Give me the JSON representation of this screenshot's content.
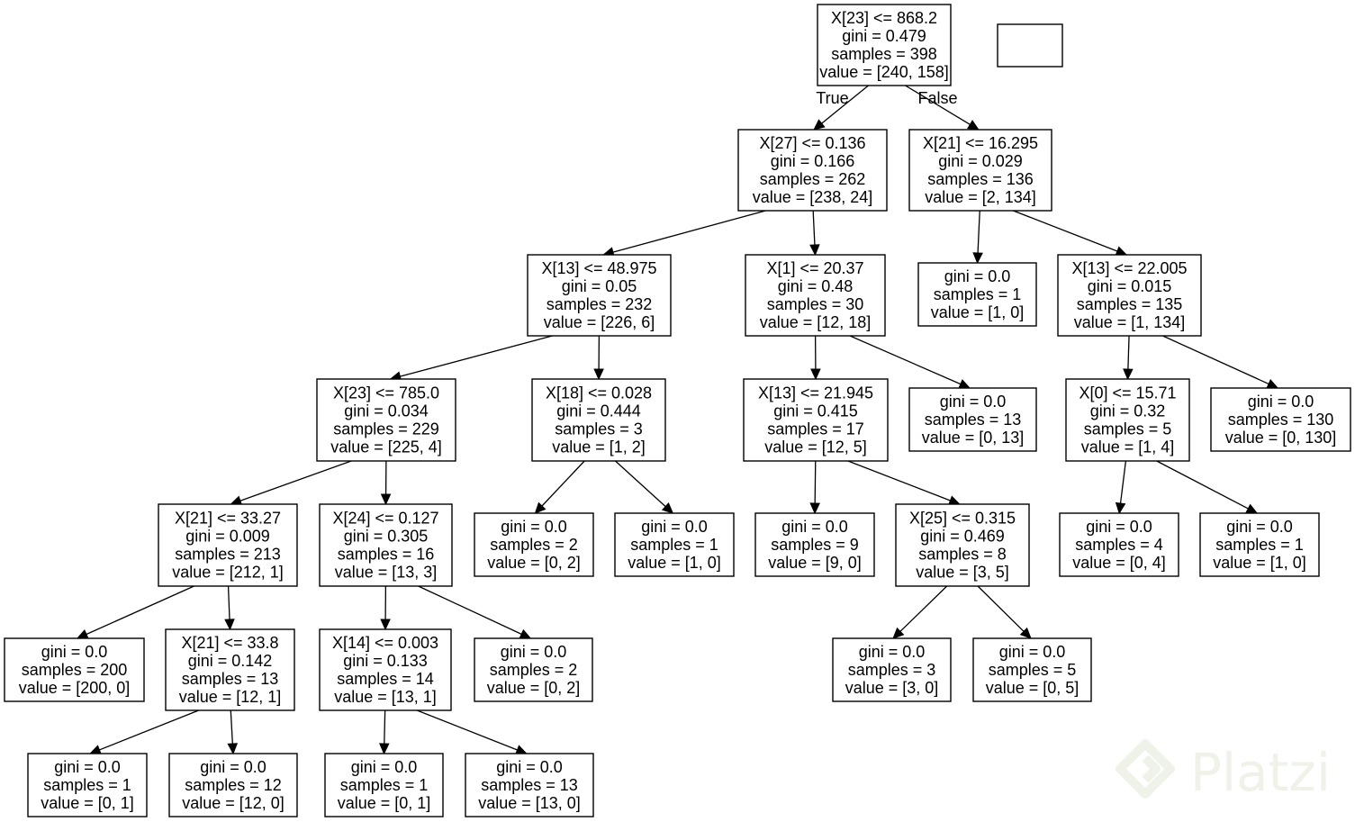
{
  "tree": {
    "nodes": [
      {
        "id": "n0",
        "lines": [
          "X[23] <= 868.2",
          "gini = 0.479",
          "samples = 398",
          "value = [240, 158]"
        ]
      },
      {
        "id": "n1",
        "lines": [
          "X[27] <= 0.136",
          "gini = 0.166",
          "samples = 262",
          "value = [238, 24]"
        ]
      },
      {
        "id": "n2",
        "lines": [
          "X[21] <= 16.295",
          "gini = 0.029",
          "samples = 136",
          "value = [2, 134]"
        ]
      },
      {
        "id": "n3",
        "lines": [
          "X[13] <= 48.975",
          "gini = 0.05",
          "samples = 232",
          "value = [226, 6]"
        ]
      },
      {
        "id": "n4",
        "lines": [
          "X[1] <= 20.37",
          "gini = 0.48",
          "samples = 30",
          "value = [12, 18]"
        ]
      },
      {
        "id": "n5",
        "lines": [
          "gini = 0.0",
          "samples = 1",
          "value = [1, 0]"
        ]
      },
      {
        "id": "n6",
        "lines": [
          "X[13] <= 22.005",
          "gini = 0.015",
          "samples = 135",
          "value = [1, 134]"
        ]
      },
      {
        "id": "n7",
        "lines": [
          "X[23] <= 785.0",
          "gini = 0.034",
          "samples = 229",
          "value = [225, 4]"
        ]
      },
      {
        "id": "n8",
        "lines": [
          "X[18] <= 0.028",
          "gini = 0.444",
          "samples = 3",
          "value = [1, 2]"
        ]
      },
      {
        "id": "n9",
        "lines": [
          "X[13] <= 21.945",
          "gini = 0.415",
          "samples = 17",
          "value = [12, 5]"
        ]
      },
      {
        "id": "n10",
        "lines": [
          "gini = 0.0",
          "samples = 13",
          "value = [0, 13]"
        ]
      },
      {
        "id": "n11",
        "lines": [
          "X[0] <= 15.71",
          "gini = 0.32",
          "samples = 5",
          "value = [1, 4]"
        ]
      },
      {
        "id": "n12",
        "lines": [
          "gini = 0.0",
          "samples = 130",
          "value = [0, 130]"
        ]
      },
      {
        "id": "n13",
        "lines": [
          "X[21] <= 33.27",
          "gini = 0.009",
          "samples = 213",
          "value = [212, 1]"
        ]
      },
      {
        "id": "n14",
        "lines": [
          "X[24] <= 0.127",
          "gini = 0.305",
          "samples = 16",
          "value = [13, 3]"
        ]
      },
      {
        "id": "n15",
        "lines": [
          "gini = 0.0",
          "samples = 2",
          "value = [0, 2]"
        ]
      },
      {
        "id": "n16",
        "lines": [
          "gini = 0.0",
          "samples = 1",
          "value = [1, 0]"
        ]
      },
      {
        "id": "n17",
        "lines": [
          "gini = 0.0",
          "samples = 9",
          "value = [9, 0]"
        ]
      },
      {
        "id": "n18",
        "lines": [
          "X[25] <= 0.315",
          "gini = 0.469",
          "samples = 8",
          "value = [3, 5]"
        ]
      },
      {
        "id": "n19",
        "lines": [
          "gini = 0.0",
          "samples = 4",
          "value = [0, 4]"
        ]
      },
      {
        "id": "n20",
        "lines": [
          "gini = 0.0",
          "samples = 1",
          "value = [1, 0]"
        ]
      },
      {
        "id": "n21",
        "lines": [
          "gini = 0.0",
          "samples = 200",
          "value = [200, 0]"
        ]
      },
      {
        "id": "n22",
        "lines": [
          "X[21] <= 33.8",
          "gini = 0.142",
          "samples = 13",
          "value = [12, 1]"
        ]
      },
      {
        "id": "n23",
        "lines": [
          "X[14] <= 0.003",
          "gini = 0.133",
          "samples = 14",
          "value = [13, 1]"
        ]
      },
      {
        "id": "n24",
        "lines": [
          "gini = 0.0",
          "samples = 2",
          "value = [0, 2]"
        ]
      },
      {
        "id": "n25",
        "lines": [
          "gini = 0.0",
          "samples = 3",
          "value = [3, 0]"
        ]
      },
      {
        "id": "n26",
        "lines": [
          "gini = 0.0",
          "samples = 5",
          "value = [0, 5]"
        ]
      },
      {
        "id": "n27",
        "lines": [
          "gini = 0.0",
          "samples = 1",
          "value = [0, 1]"
        ]
      },
      {
        "id": "n28",
        "lines": [
          "gini = 0.0",
          "samples = 12",
          "value = [12, 0]"
        ]
      },
      {
        "id": "n29",
        "lines": [
          "gini = 0.0",
          "samples = 1",
          "value = [0, 1]"
        ]
      },
      {
        "id": "n30",
        "lines": [
          "gini = 0.0",
          "samples = 13",
          "value = [13, 0]"
        ]
      }
    ],
    "edges": [
      {
        "from": "n0",
        "to": "n1",
        "label": "True"
      },
      {
        "from": "n0",
        "to": "n2",
        "label": "False"
      },
      {
        "from": "n1",
        "to": "n3"
      },
      {
        "from": "n1",
        "to": "n4"
      },
      {
        "from": "n2",
        "to": "n5"
      },
      {
        "from": "n2",
        "to": "n6"
      },
      {
        "from": "n3",
        "to": "n7"
      },
      {
        "from": "n3",
        "to": "n8"
      },
      {
        "from": "n4",
        "to": "n9"
      },
      {
        "from": "n4",
        "to": "n10"
      },
      {
        "from": "n6",
        "to": "n11"
      },
      {
        "from": "n6",
        "to": "n12"
      },
      {
        "from": "n7",
        "to": "n13"
      },
      {
        "from": "n7",
        "to": "n14"
      },
      {
        "from": "n8",
        "to": "n15"
      },
      {
        "from": "n8",
        "to": "n16"
      },
      {
        "from": "n9",
        "to": "n17"
      },
      {
        "from": "n9",
        "to": "n18"
      },
      {
        "from": "n11",
        "to": "n19"
      },
      {
        "from": "n11",
        "to": "n20"
      },
      {
        "from": "n13",
        "to": "n21"
      },
      {
        "from": "n13",
        "to": "n22"
      },
      {
        "from": "n14",
        "to": "n23"
      },
      {
        "from": "n14",
        "to": "n24"
      },
      {
        "from": "n18",
        "to": "n25"
      },
      {
        "from": "n18",
        "to": "n26"
      },
      {
        "from": "n22",
        "to": "n27"
      },
      {
        "from": "n22",
        "to": "n28"
      },
      {
        "from": "n23",
        "to": "n29"
      },
      {
        "from": "n23",
        "to": "n30"
      }
    ]
  },
  "watermark": {
    "text": "Platzi",
    "color": "#eef2e8"
  }
}
